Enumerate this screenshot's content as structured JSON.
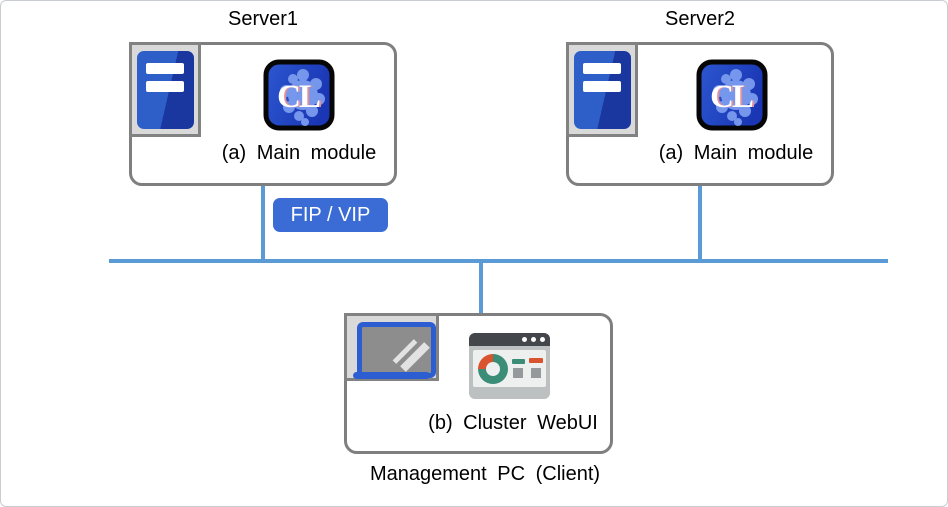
{
  "diagram": {
    "servers": [
      {
        "title": "Server1",
        "module_label": "(a) Main module"
      },
      {
        "title": "Server2",
        "module_label": "(a) Main module"
      }
    ],
    "badge": {
      "label": "FIP / VIP"
    },
    "management_pc": {
      "module_label": "(b) Cluster WebUI",
      "caption": "Management PC (Client)"
    },
    "cl_icon": {
      "text": "CL"
    },
    "colors": {
      "network_line": "#5B9BD5",
      "box_border": "#7F7F7F",
      "plate_bg": "#D9D9D9",
      "plate_border": "#828282",
      "badge_bg": "#3B6CD6",
      "server_blue_light": "#2E5FC8",
      "server_blue_dark": "#19379F",
      "cl_bg_light": "#2C57D0",
      "cl_bg_dark": "#1A36B4",
      "cl_gear_blue": "#7D9EF0",
      "laptop_blue": "#2D5ED1",
      "browser_bar": "#43474B",
      "donut_teal": "#3C8D78",
      "accent_red": "#D9542E"
    }
  }
}
